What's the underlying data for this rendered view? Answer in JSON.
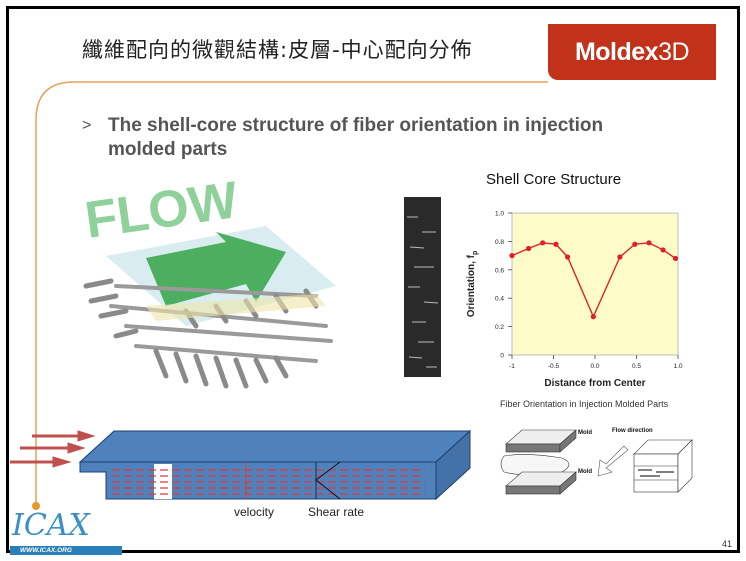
{
  "slide": {
    "title": "纖維配向的微觀結構:皮層-中心配向分佈",
    "brand_logo": {
      "main": "Moldex",
      "suffix": "3D",
      "color": "#c2311a"
    },
    "bullet_marker": ">",
    "bullet_text": "The shell-core structure of fiber orientation in injection molded parts",
    "page_number": "41",
    "footer_logo": {
      "name": "ICAX",
      "url_text": "WWW.ICAX.ORG"
    }
  },
  "flow_illustration": {
    "label": "FLOW"
  },
  "flow_diagram": {
    "velocity_label": "velocity",
    "shear_rate_label": "Shear rate"
  },
  "mold_diagram": {
    "flow_direction_label": "Flow direction",
    "mold_label_top": "Mold",
    "mold_label_bottom": "Mold"
  },
  "chart_data": {
    "type": "line",
    "title": "Shell Core Structure",
    "caption": "Fiber Orientation in Injection Molded Parts",
    "xlabel": "Distance from Center",
    "ylabel": "Orientation, f",
    "ylabel_subscript": "p",
    "xlim": [
      -1.0,
      1.0
    ],
    "ylim": [
      0,
      1.0
    ],
    "x_ticks": [
      "-1",
      "-0.5",
      "0.0",
      "0.5",
      "1.0"
    ],
    "x_tick_values": [
      -1,
      -0.5,
      0,
      0.5,
      1
    ],
    "y_ticks": [
      "0",
      "0.2",
      "0.4",
      "0.6",
      "0.8",
      "1.0"
    ],
    "y_tick_values": [
      0,
      0.2,
      0.4,
      0.6,
      0.8,
      1.0
    ],
    "series": [
      {
        "name": "Orientation",
        "color": "#e0202a",
        "x": [
          -1.0,
          -0.8,
          -0.63,
          -0.47,
          -0.33,
          -0.02,
          0.3,
          0.48,
          0.65,
          0.82,
          0.97
        ],
        "y": [
          0.7,
          0.75,
          0.79,
          0.78,
          0.69,
          0.27,
          0.69,
          0.78,
          0.79,
          0.74,
          0.68
        ]
      }
    ],
    "background": "#fdfbc8",
    "grid": false
  }
}
